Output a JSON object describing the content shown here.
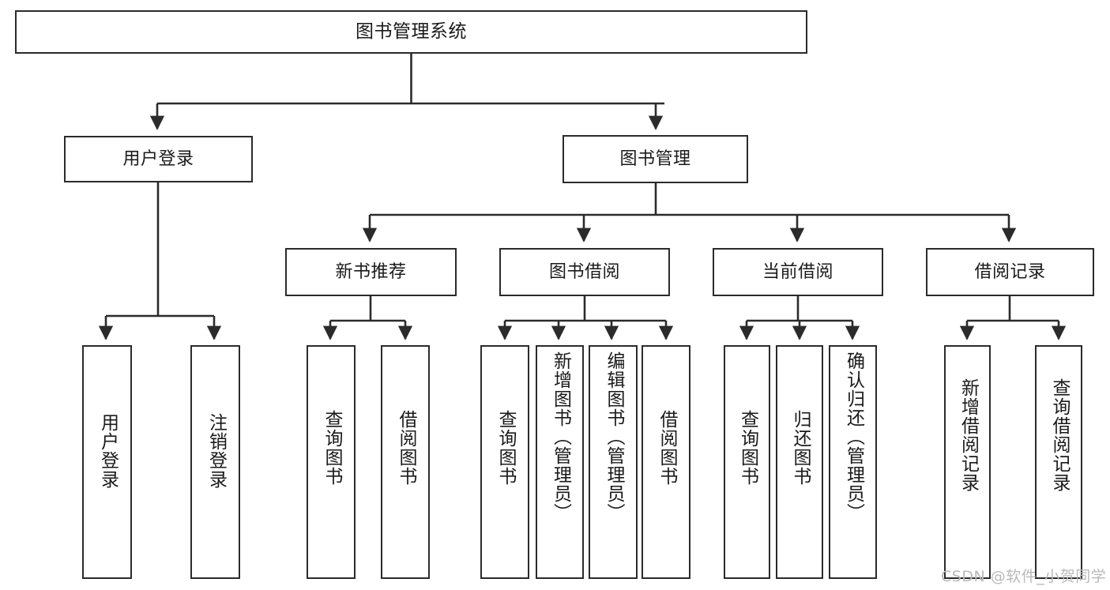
{
  "diagram": {
    "title": "图书管理系统",
    "type": "tree-hierarchy-chart",
    "colors": {
      "background": "#ffffff",
      "node_fill": "#ffffff",
      "node_border": "#2b2b2b",
      "edge": "#2b2b2b",
      "text": "#1a1a1a",
      "watermark": "#b9b9b9"
    }
  },
  "root": {
    "label": "图书管理系统"
  },
  "level2": [
    {
      "label": "用户登录"
    },
    {
      "label": "图书管理"
    }
  ],
  "level3": [
    {
      "label": "新书推荐"
    },
    {
      "label": "图书借阅"
    },
    {
      "label": "当前借阅"
    },
    {
      "label": "借阅记录"
    }
  ],
  "leaves": {
    "user_login": [
      {
        "label": "用户登录"
      },
      {
        "label": "注销登录"
      }
    ],
    "new_book_recommend": [
      {
        "label": "查询图书"
      },
      {
        "label": "借阅图书"
      }
    ],
    "book_borrow": [
      {
        "label": "查询图书"
      },
      {
        "label": "新增图书（管理员）"
      },
      {
        "label": "编辑图书（管理员）"
      },
      {
        "label": "借阅图书"
      }
    ],
    "current_borrow": [
      {
        "label": "查询图书"
      },
      {
        "label": "归还图书"
      },
      {
        "label": "确认归还（管理员）"
      }
    ],
    "borrow_record": [
      {
        "label": "新增借阅记录"
      },
      {
        "label": "查询借阅记录"
      }
    ]
  },
  "watermark": {
    "text": "CSDN @软件_小贺同学"
  }
}
